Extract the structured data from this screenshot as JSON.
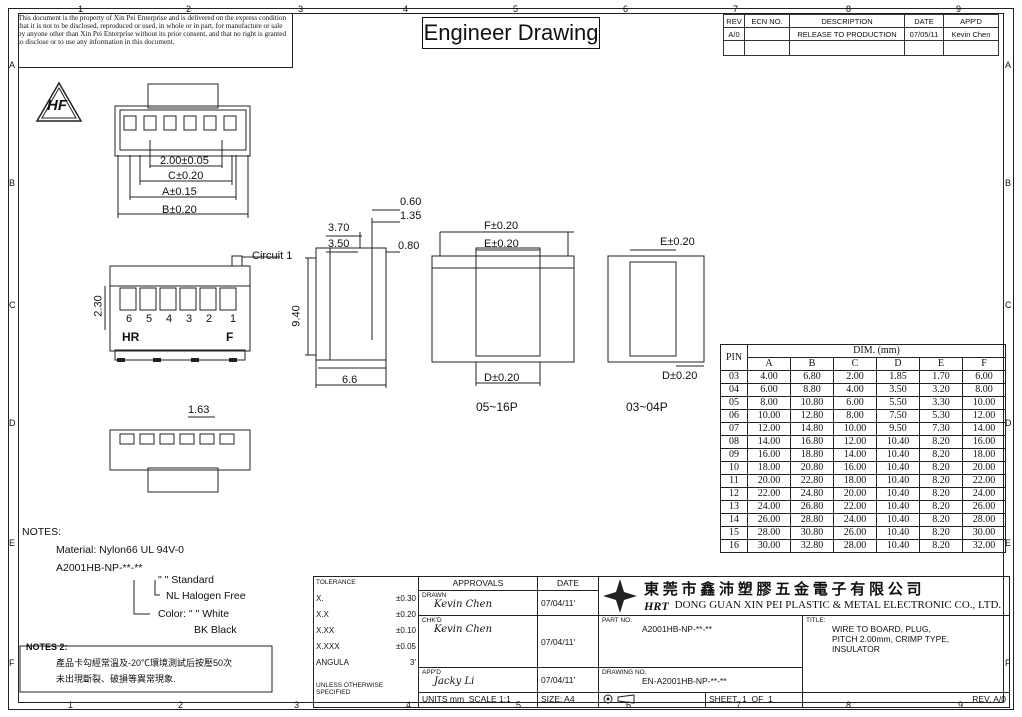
{
  "zones": {
    "cols": [
      "1",
      "2",
      "3",
      "4",
      "5",
      "6",
      "7",
      "8",
      "9"
    ],
    "rows": [
      "A",
      "B",
      "C",
      "D",
      "E",
      "F"
    ]
  },
  "disclaimer": "This document is the property of Xin Pei Enterprise and is delivered on the express condition that it is not to be disclosed, reproduced or used, in whole or in part, for manufacture or sale by anyone other than Xin Pei Enterprise without its prior consent, and that no right is granted to disclose or to use any information in this document.",
  "title": "Engineer Drawing",
  "revision": {
    "headers": [
      "REV",
      "ECN NO.",
      "DESCRIPTION",
      "DATE",
      "APP'D"
    ],
    "row": [
      "A/0",
      "",
      "RELEASE TO PRODUCTION",
      "07/05/11",
      "Kevin Chen"
    ]
  },
  "logo_hf": "HF",
  "dims": {
    "d200": "2.00±0.05",
    "c": "C±0.20",
    "a": "A±0.15",
    "b": "B±0.20",
    "circuit": "Circuit 1",
    "pins": [
      "6",
      "5",
      "4",
      "3",
      "2",
      "1"
    ],
    "hr": "HR",
    "f": "F",
    "d230": "2.30",
    "d370": "3.70",
    "d350": "3.50",
    "d060": "0.60",
    "d135": "1.35",
    "d080": "0.80",
    "d940": "9.40",
    "d66": "6.6",
    "f1": "F±0.20",
    "e1": "E±0.20",
    "d1": "D±0.20",
    "e2": "E±0.20",
    "d2": "D±0.20",
    "v1": "05~16P",
    "v2": "03~04P",
    "d163": "1.63"
  },
  "dim_table": {
    "pin": "PIN",
    "title": "DIM. (mm)",
    "headers": [
      "A",
      "B",
      "C",
      "D",
      "E",
      "F"
    ],
    "rows": [
      [
        "03",
        "4.00",
        "6.80",
        "2.00",
        "1.85",
        "1.70",
        "6.00"
      ],
      [
        "04",
        "6.00",
        "8.80",
        "4.00",
        "3.50",
        "3.20",
        "8.00"
      ],
      [
        "05",
        "8.00",
        "10.80",
        "6.00",
        "5.50",
        "3.30",
        "10.00"
      ],
      [
        "06",
        "10.00",
        "12.80",
        "8.00",
        "7.50",
        "5.30",
        "12.00"
      ],
      [
        "07",
        "12.00",
        "14.80",
        "10.00",
        "9.50",
        "7.30",
        "14.00"
      ],
      [
        "08",
        "14.00",
        "16.80",
        "12.00",
        "10.40",
        "8.20",
        "16.00"
      ],
      [
        "09",
        "16.00",
        "18.80",
        "14.00",
        "10.40",
        "8.20",
        "18.00"
      ],
      [
        "10",
        "18.00",
        "20.80",
        "16.00",
        "10.40",
        "8.20",
        "20.00"
      ],
      [
        "11",
        "20.00",
        "22.80",
        "18.00",
        "10.40",
        "8.20",
        "22.00"
      ],
      [
        "12",
        "22.00",
        "24.80",
        "20.00",
        "10.40",
        "8.20",
        "24.00"
      ],
      [
        "13",
        "24.00",
        "26.80",
        "22.00",
        "10.40",
        "8.20",
        "26.00"
      ],
      [
        "14",
        "26.00",
        "28.80",
        "24.00",
        "10.40",
        "8.20",
        "28.00"
      ],
      [
        "15",
        "28.00",
        "30.80",
        "26.00",
        "10.40",
        "8.20",
        "30.00"
      ],
      [
        "16",
        "30.00",
        "32.80",
        "28.00",
        "10.40",
        "8.20",
        "32.00"
      ]
    ]
  },
  "notes": {
    "heading": "NOTES:",
    "material": "Material: Nylon66 UL 94V-0",
    "part": "A2001HB-NP-**-**",
    "q1": "\"  \" Standard",
    "hal": "NL Halogen Free",
    "color": "Color: \"  \" White",
    "bk": "BK Black",
    "notes2": "NOTES 2:",
    "cn1": "產品卡勾經常溫及-20℃環境測試后按壓50次",
    "cn2": "未出現斷裂、破損等異常現象."
  },
  "title_block": {
    "tolerance": "TOLERANCE",
    "tol": [
      [
        "X.",
        "±0.30"
      ],
      [
        "X.X",
        "±0.20"
      ],
      [
        "X.XX",
        "±0.10"
      ],
      [
        "X.XXX",
        "±0.05"
      ],
      [
        "ANGULA",
        "3'"
      ]
    ],
    "unless": "UNLESS OTHERWISE SPECIFIED",
    "approvals": "APPROVALS",
    "date": "DATE",
    "drawn": "DRAWN",
    "drawn_by": "Kevin Chen",
    "drawn_date": "07/04/11'",
    "chkd": "CHK'D",
    "chkd_by": "Kevin Chen",
    "chkd_date": "07/04/11'",
    "appd": "APP'D",
    "appd_by": "Jacky Li",
    "appd_date": "07/04/11'",
    "units": "UNITS mm",
    "scale": "SCALE",
    "scale_v": "1:1",
    "size": "SIZE: A4",
    "sheet": "SHEET",
    "sheet_v": "1",
    "of": "OF",
    "of_v": "1",
    "company_cn": "東 莞 市 鑫 沛 塑 膠 五 金 電 子 有 限 公 司",
    "company_en": "DONG GUAN XIN PEI PLASTIC & METAL ELECTRONIC CO., LTD.",
    "logo": "HRT",
    "part_no": "PART NO.",
    "part_no_v": "A2001HB-NP-**-**",
    "drawing_no": "DRAWING NO.",
    "drawing_no_v": "EN-A2001HB-NP-**-**",
    "title_lbl": "TITLE:",
    "title_v": [
      "WIRE TO BOARD, PLUG,",
      "PITCH 2.00mm, CRIMP TYPE,",
      "INSULATOR"
    ],
    "rev": "REV. A/0"
  }
}
